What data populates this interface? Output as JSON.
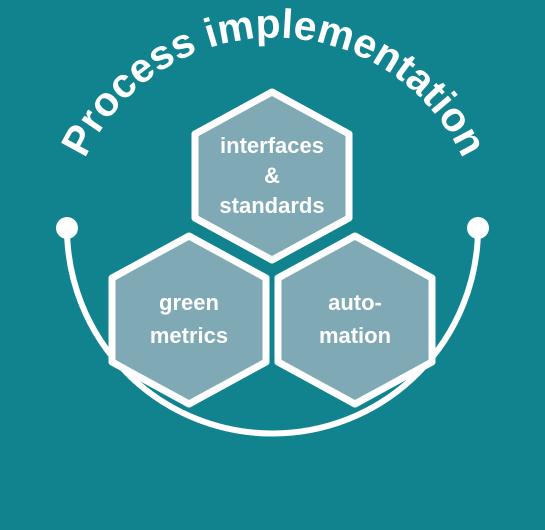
{
  "title": "Process implementation",
  "colors": {
    "background": "#11838f",
    "hexagon_fill": "#7fa9b4",
    "foreground": "#ffffff"
  },
  "hexagons": [
    {
      "name": "interfaces-standards",
      "lines": [
        "interfaces",
        "&",
        "standards"
      ]
    },
    {
      "name": "green-metrics",
      "lines": [
        "green",
        "metrics"
      ]
    },
    {
      "name": "automation",
      "lines": [
        "auto-",
        "mation"
      ]
    }
  ]
}
